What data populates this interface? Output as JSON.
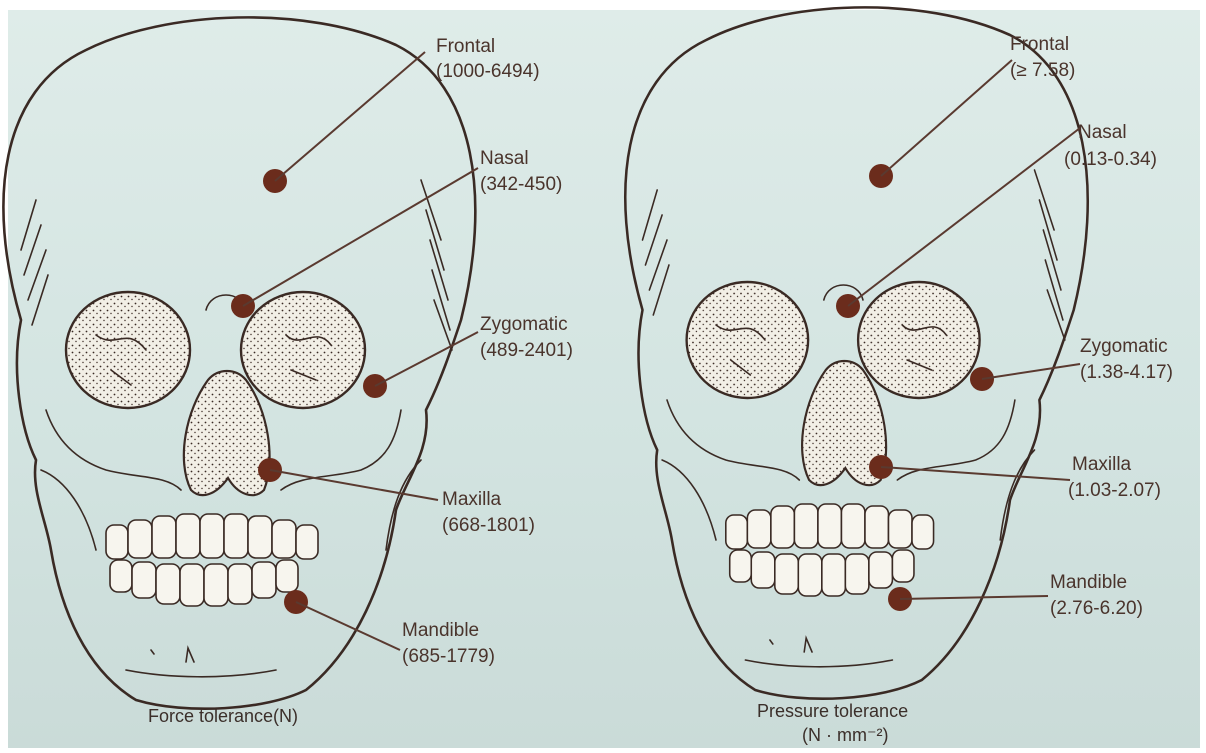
{
  "figures": [
    {
      "caption": "Force tolerance(N)",
      "caption2": "",
      "labels": [
        {
          "name": "Frontal",
          "range": "(1000-6494)"
        },
        {
          "name": "Nasal",
          "range": "(342-450)"
        },
        {
          "name": "Zygomatic",
          "range": "(489-2401)"
        },
        {
          "name": "Maxilla",
          "range": "(668-1801)"
        },
        {
          "name": "Mandible",
          "range": "(685-1779)"
        }
      ]
    },
    {
      "caption": "Pressure tolerance",
      "caption2": "(N · mm⁻²)",
      "labels": [
        {
          "name": "Frontal",
          "range": "(≥ 7.58)"
        },
        {
          "name": "Nasal",
          "range": "(0.13-0.34)"
        },
        {
          "name": "Zygomatic",
          "range": "(1.38-4.17)"
        },
        {
          "name": "Maxilla",
          "range": "(1.03-2.07)"
        },
        {
          "name": "Mandible",
          "range": "(2.76-6.20)"
        }
      ]
    }
  ],
  "colors": {
    "background": "#d6e6e3",
    "ink": "#3a2a24",
    "marker": "#6b2c1c",
    "label_text": "#4a342c"
  }
}
